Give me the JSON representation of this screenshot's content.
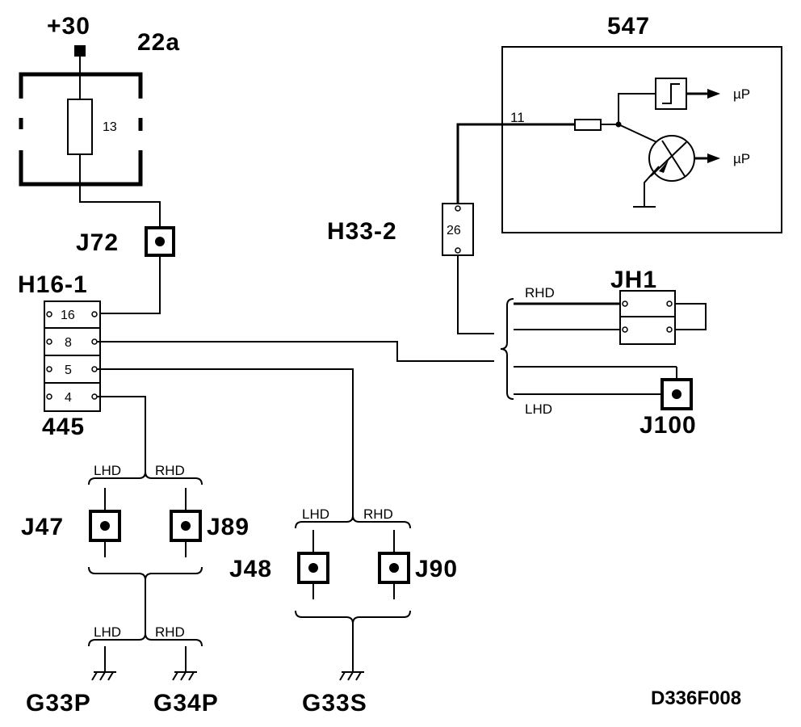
{
  "supply": {
    "label": "+30"
  },
  "fuse_box": {
    "label": "22a",
    "fuse_number": "13"
  },
  "module": {
    "label": "547",
    "pin": "11",
    "output_1": "µP",
    "output_2": "µP"
  },
  "connectors": {
    "h33_2": {
      "label": "H33-2",
      "pin": "26"
    },
    "h16_1": {
      "label": "H16-1",
      "part": "445",
      "pins": [
        "16",
        "8",
        "5",
        "4"
      ]
    },
    "jh1": {
      "label": "JH1"
    }
  },
  "junctions": {
    "j72": "J72",
    "j100": "J100",
    "j47": "J47",
    "j89": "J89",
    "j48": "J48",
    "j90": "J90"
  },
  "variant_labels": {
    "rhd_jh1": "RHD",
    "lhd_j100": "LHD",
    "lhd_1": "LHD",
    "rhd_1": "RHD",
    "lhd_2": "LHD",
    "rhd_2": "RHD",
    "lhd_3": "LHD",
    "rhd_3": "RHD"
  },
  "grounds": {
    "g33p": "G33P",
    "g34p": "G34P",
    "g33s": "G33S"
  },
  "figure_code": "D336F008"
}
